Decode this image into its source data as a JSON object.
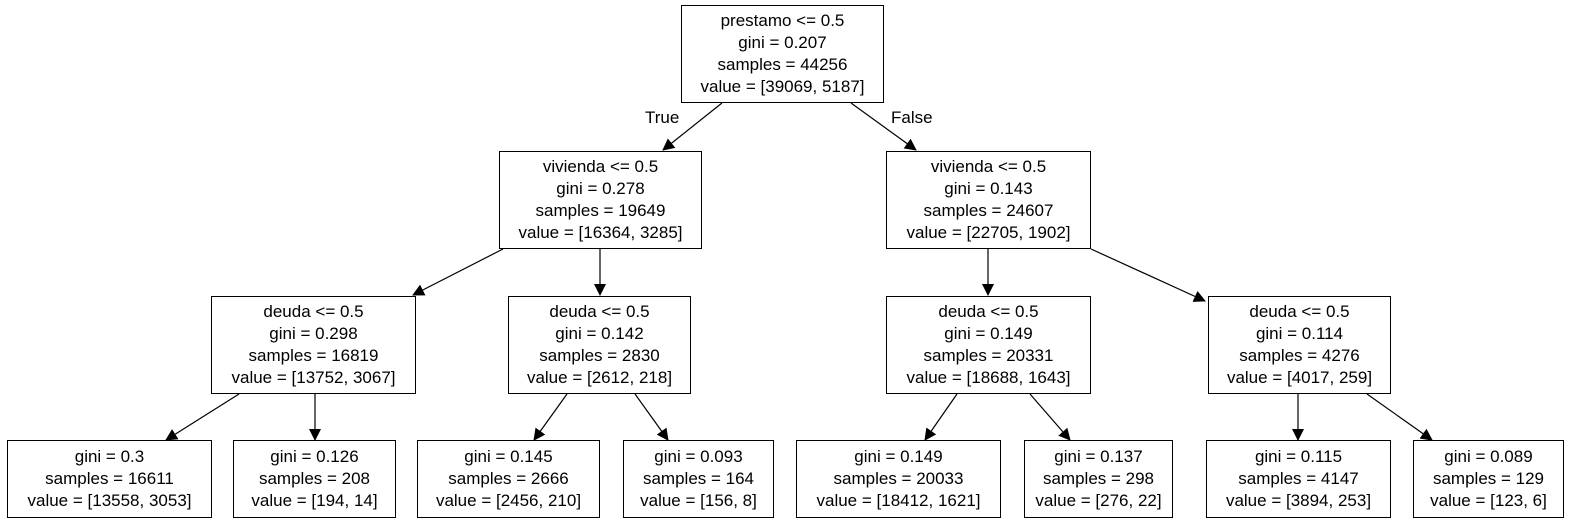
{
  "tree": {
    "nodes": [
      {
        "id": "root",
        "lines": [
          "prestamo <= 0.5",
          "gini = 0.207",
          "samples = 44256",
          "value = [39069, 5187]"
        ]
      },
      {
        "id": "l1",
        "lines": [
          "vivienda <= 0.5",
          "gini = 0.278",
          "samples = 19649",
          "value = [16364, 3285]"
        ]
      },
      {
        "id": "r1",
        "lines": [
          "vivienda <= 0.5",
          "gini = 0.143",
          "samples = 24607",
          "value = [22705, 1902]"
        ]
      },
      {
        "id": "l2a",
        "lines": [
          "deuda <= 0.5",
          "gini = 0.298",
          "samples = 16819",
          "value = [13752, 3067]"
        ]
      },
      {
        "id": "l2b",
        "lines": [
          "deuda <= 0.5",
          "gini = 0.142",
          "samples = 2830",
          "value = [2612, 218]"
        ]
      },
      {
        "id": "r2a",
        "lines": [
          "deuda <= 0.5",
          "gini = 0.149",
          "samples = 20331",
          "value = [18688, 1643]"
        ]
      },
      {
        "id": "r2b",
        "lines": [
          "deuda <= 0.5",
          "gini = 0.114",
          "samples = 4276",
          "value = [4017, 259]"
        ]
      },
      {
        "id": "leaf1",
        "lines": [
          "gini = 0.3",
          "samples = 16611",
          "value = [13558, 3053]"
        ]
      },
      {
        "id": "leaf2",
        "lines": [
          "gini = 0.126",
          "samples = 208",
          "value = [194, 14]"
        ]
      },
      {
        "id": "leaf3",
        "lines": [
          "gini = 0.145",
          "samples = 2666",
          "value = [2456, 210]"
        ]
      },
      {
        "id": "leaf4",
        "lines": [
          "gini = 0.093",
          "samples = 164",
          "value = [156, 8]"
        ]
      },
      {
        "id": "leaf5",
        "lines": [
          "gini = 0.149",
          "samples = 20033",
          "value = [18412, 1621]"
        ]
      },
      {
        "id": "leaf6",
        "lines": [
          "gini = 0.137",
          "samples = 298",
          "value = [276, 22]"
        ]
      },
      {
        "id": "leaf7",
        "lines": [
          "gini = 0.115",
          "samples = 4147",
          "value = [3894, 253]"
        ]
      },
      {
        "id": "leaf8",
        "lines": [
          "gini = 0.089",
          "samples = 129",
          "value = [123, 6]"
        ]
      }
    ],
    "edges": [
      {
        "from": "root",
        "to": "l1",
        "label": "True"
      },
      {
        "from": "root",
        "to": "r1",
        "label": "False"
      },
      {
        "from": "l1",
        "to": "l2a"
      },
      {
        "from": "l1",
        "to": "l2b"
      },
      {
        "from": "r1",
        "to": "r2a"
      },
      {
        "from": "r1",
        "to": "r2b"
      },
      {
        "from": "l2a",
        "to": "leaf1"
      },
      {
        "from": "l2a",
        "to": "leaf2"
      },
      {
        "from": "l2b",
        "to": "leaf3"
      },
      {
        "from": "l2b",
        "to": "leaf4"
      },
      {
        "from": "r2a",
        "to": "leaf5"
      },
      {
        "from": "r2a",
        "to": "leaf6"
      },
      {
        "from": "r2b",
        "to": "leaf7"
      },
      {
        "from": "r2b",
        "to": "leaf8"
      }
    ]
  }
}
